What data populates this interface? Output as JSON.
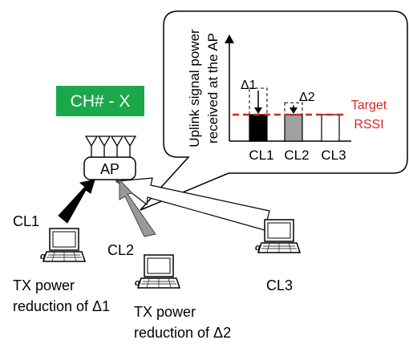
{
  "channel_badge": {
    "text": "CH# - X",
    "color": "#1aa84b"
  },
  "access_point": {
    "label": "AP"
  },
  "clients": [
    {
      "id": "CL1",
      "label": "CL1",
      "arrow_color": "#000000"
    },
    {
      "id": "CL2",
      "label": "CL2",
      "arrow_color": "#999999"
    },
    {
      "id": "CL3",
      "label": "CL3",
      "arrow_color": "#ffffff"
    }
  ],
  "notes": {
    "cl1": [
      "TX power",
      "reduction of Δ1"
    ],
    "cl2": [
      "TX power",
      "reduction of Δ2"
    ]
  },
  "inset": {
    "ylabel_line1": "Uplink signal power",
    "ylabel_line2": "received at the AP",
    "target": {
      "line1": "Target",
      "line2": "RSSI",
      "color": "#e02020"
    },
    "deltas": [
      "Δ1",
      "Δ2"
    ],
    "bars": [
      {
        "label": "CL1",
        "fill": "#000000",
        "original_level": 2.0,
        "reduced_level": 1.0
      },
      {
        "label": "CL2",
        "fill": "#a0a0a0",
        "original_level": 1.45,
        "reduced_level": 1.0
      },
      {
        "label": "CL3",
        "fill": "#ffffff",
        "original_level": 1.0,
        "reduced_level": 1.0
      }
    ]
  }
}
